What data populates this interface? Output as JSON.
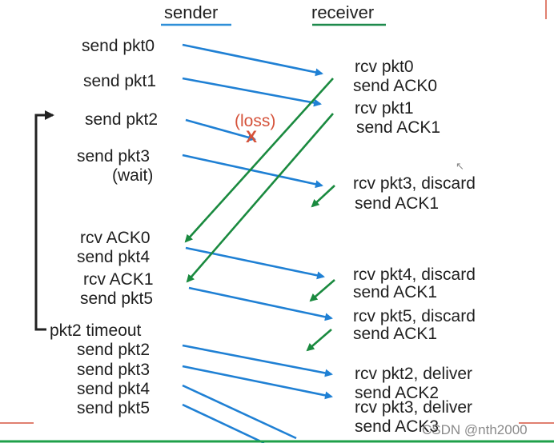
{
  "colors": {
    "sender_line": "#2f8fd8",
    "receiver_line": "#1e8a4c",
    "pkt_arrow": "#1f80d4",
    "ack_arrow": "#1a8a3f",
    "loss": "#d5523a",
    "timer": "#222222",
    "text": "#1f1f1f",
    "edge_red": "#e08070",
    "edge_green": "#1fa049"
  },
  "headers": {
    "sender": "sender",
    "receiver": "receiver"
  },
  "sender_labels": [
    "send pkt0",
    "send pkt1",
    "send pkt2",
    "send pkt3",
    "(wait)",
    "rcv ACK0",
    "send pkt4",
    "rcv ACK1",
    "send pkt5",
    "pkt2 timeout",
    "send pkt2",
    "send pkt3",
    "send pkt4",
    "send pkt5"
  ],
  "receiver_labels": [
    "rcv pkt0",
    "send ACK0",
    "rcv pkt1",
    "send ACK1",
    "rcv pkt3, discard",
    "send ACK1",
    "rcv pkt4, discard",
    "send ACK1",
    "rcv pkt5, discard",
    "send ACK1",
    "rcv pkt2, deliver",
    "send ACK2",
    "rcv pkt3, deliver",
    "send ACK3"
  ],
  "loss_label": "(loss)",
  "loss_marker": "X",
  "watermark": "CSDN @nth2000"
}
